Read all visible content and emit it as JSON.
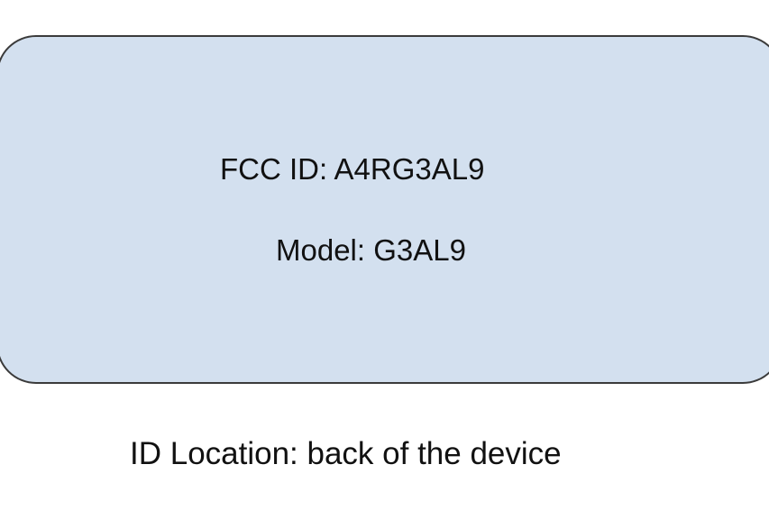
{
  "label": {
    "fcc_id": "FCC ID: A4RG3AL9",
    "model": "Model: G3AL9"
  },
  "caption": {
    "location": "ID Location: back of the device"
  },
  "colors": {
    "box_fill": "#d3e0ef",
    "box_border": "#3b3b3b",
    "text": "#111111"
  }
}
